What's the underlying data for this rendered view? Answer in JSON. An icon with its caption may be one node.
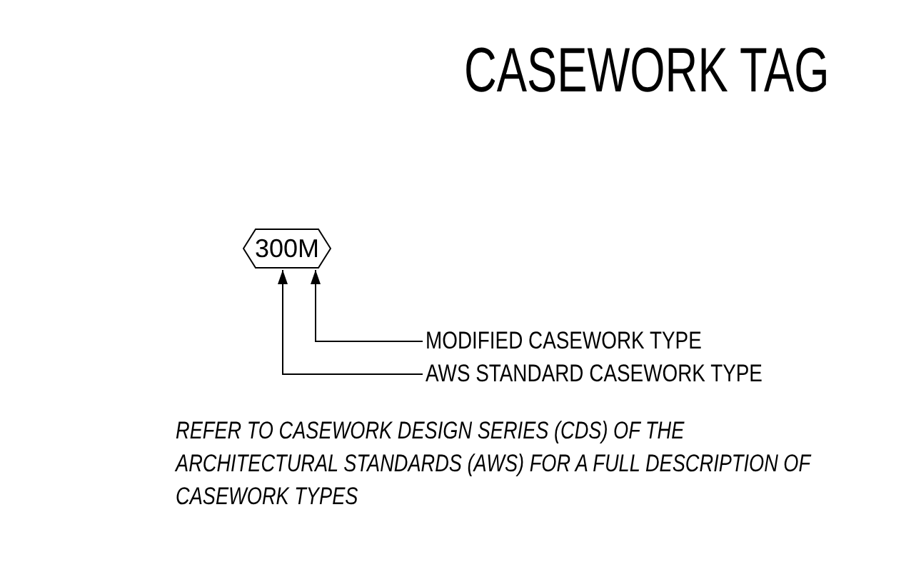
{
  "diagram": {
    "title": "CASEWORK TAG",
    "nodes": [
      {
        "text": [
          "300M"
        ]
      },
      {
        "text": [
          "MODIFIED CASEWORK TYPE"
        ]
      },
      {
        "text": [
          "AWS STANDARD CASEWORK TYPE"
        ]
      }
    ],
    "edges": [
      {
        "from": 1,
        "to": 0,
        "arrow": "to"
      },
      {
        "from": 2,
        "to": 0,
        "arrow": "to"
      }
    ],
    "labels": [
      "REFER TO CASEWORK DESIGN SERIES (CDS) OF THE ARCHITECTURAL STANDARDS (AWS) FOR A FULL DESCRIPTION OF CASEWORK TYPES"
    ]
  }
}
